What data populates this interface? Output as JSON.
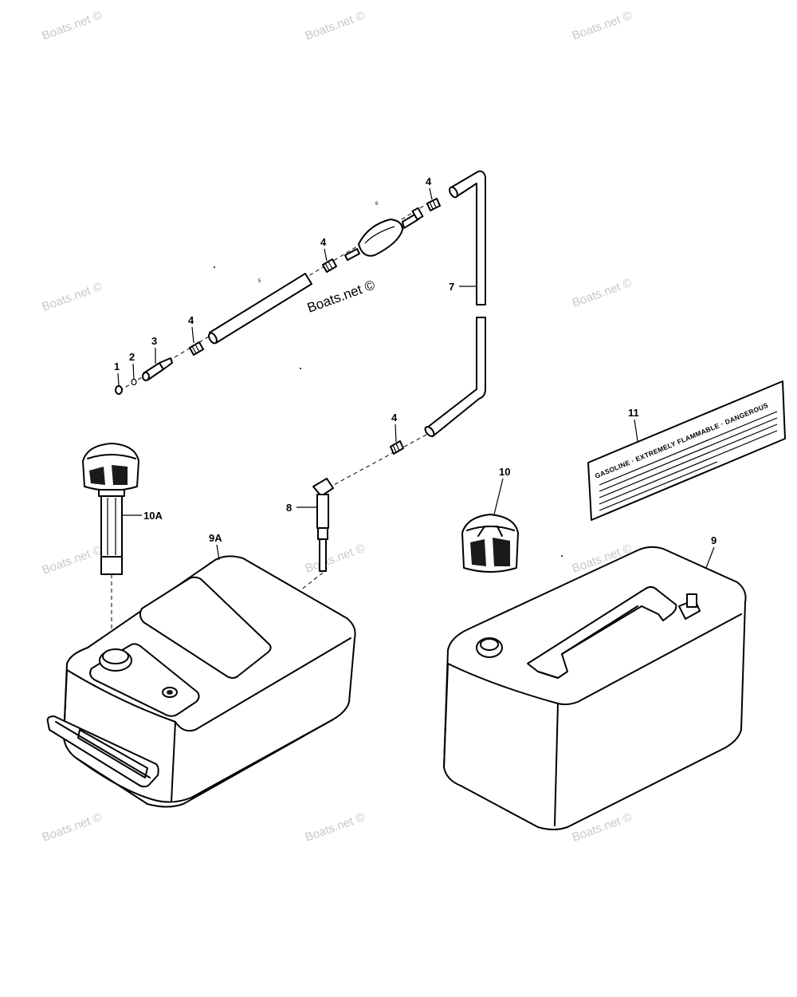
{
  "watermarks": {
    "text": "Boats.net ©",
    "main": "Boats.net ©"
  },
  "callouts": {
    "c1": "1",
    "c2": "2",
    "c3": "3",
    "c4a": "4",
    "c4b": "4",
    "c4c": "4",
    "c4d": "4",
    "c5": "5",
    "c6": "6",
    "c7": "7",
    "c8": "8",
    "c9": "9",
    "c9a": "9A",
    "c10": "10",
    "c10a": "10A",
    "c11": "11"
  },
  "decal": {
    "text": "GASOLINE · EXTREMELY FLAMMABLE · DANGEROUS"
  }
}
